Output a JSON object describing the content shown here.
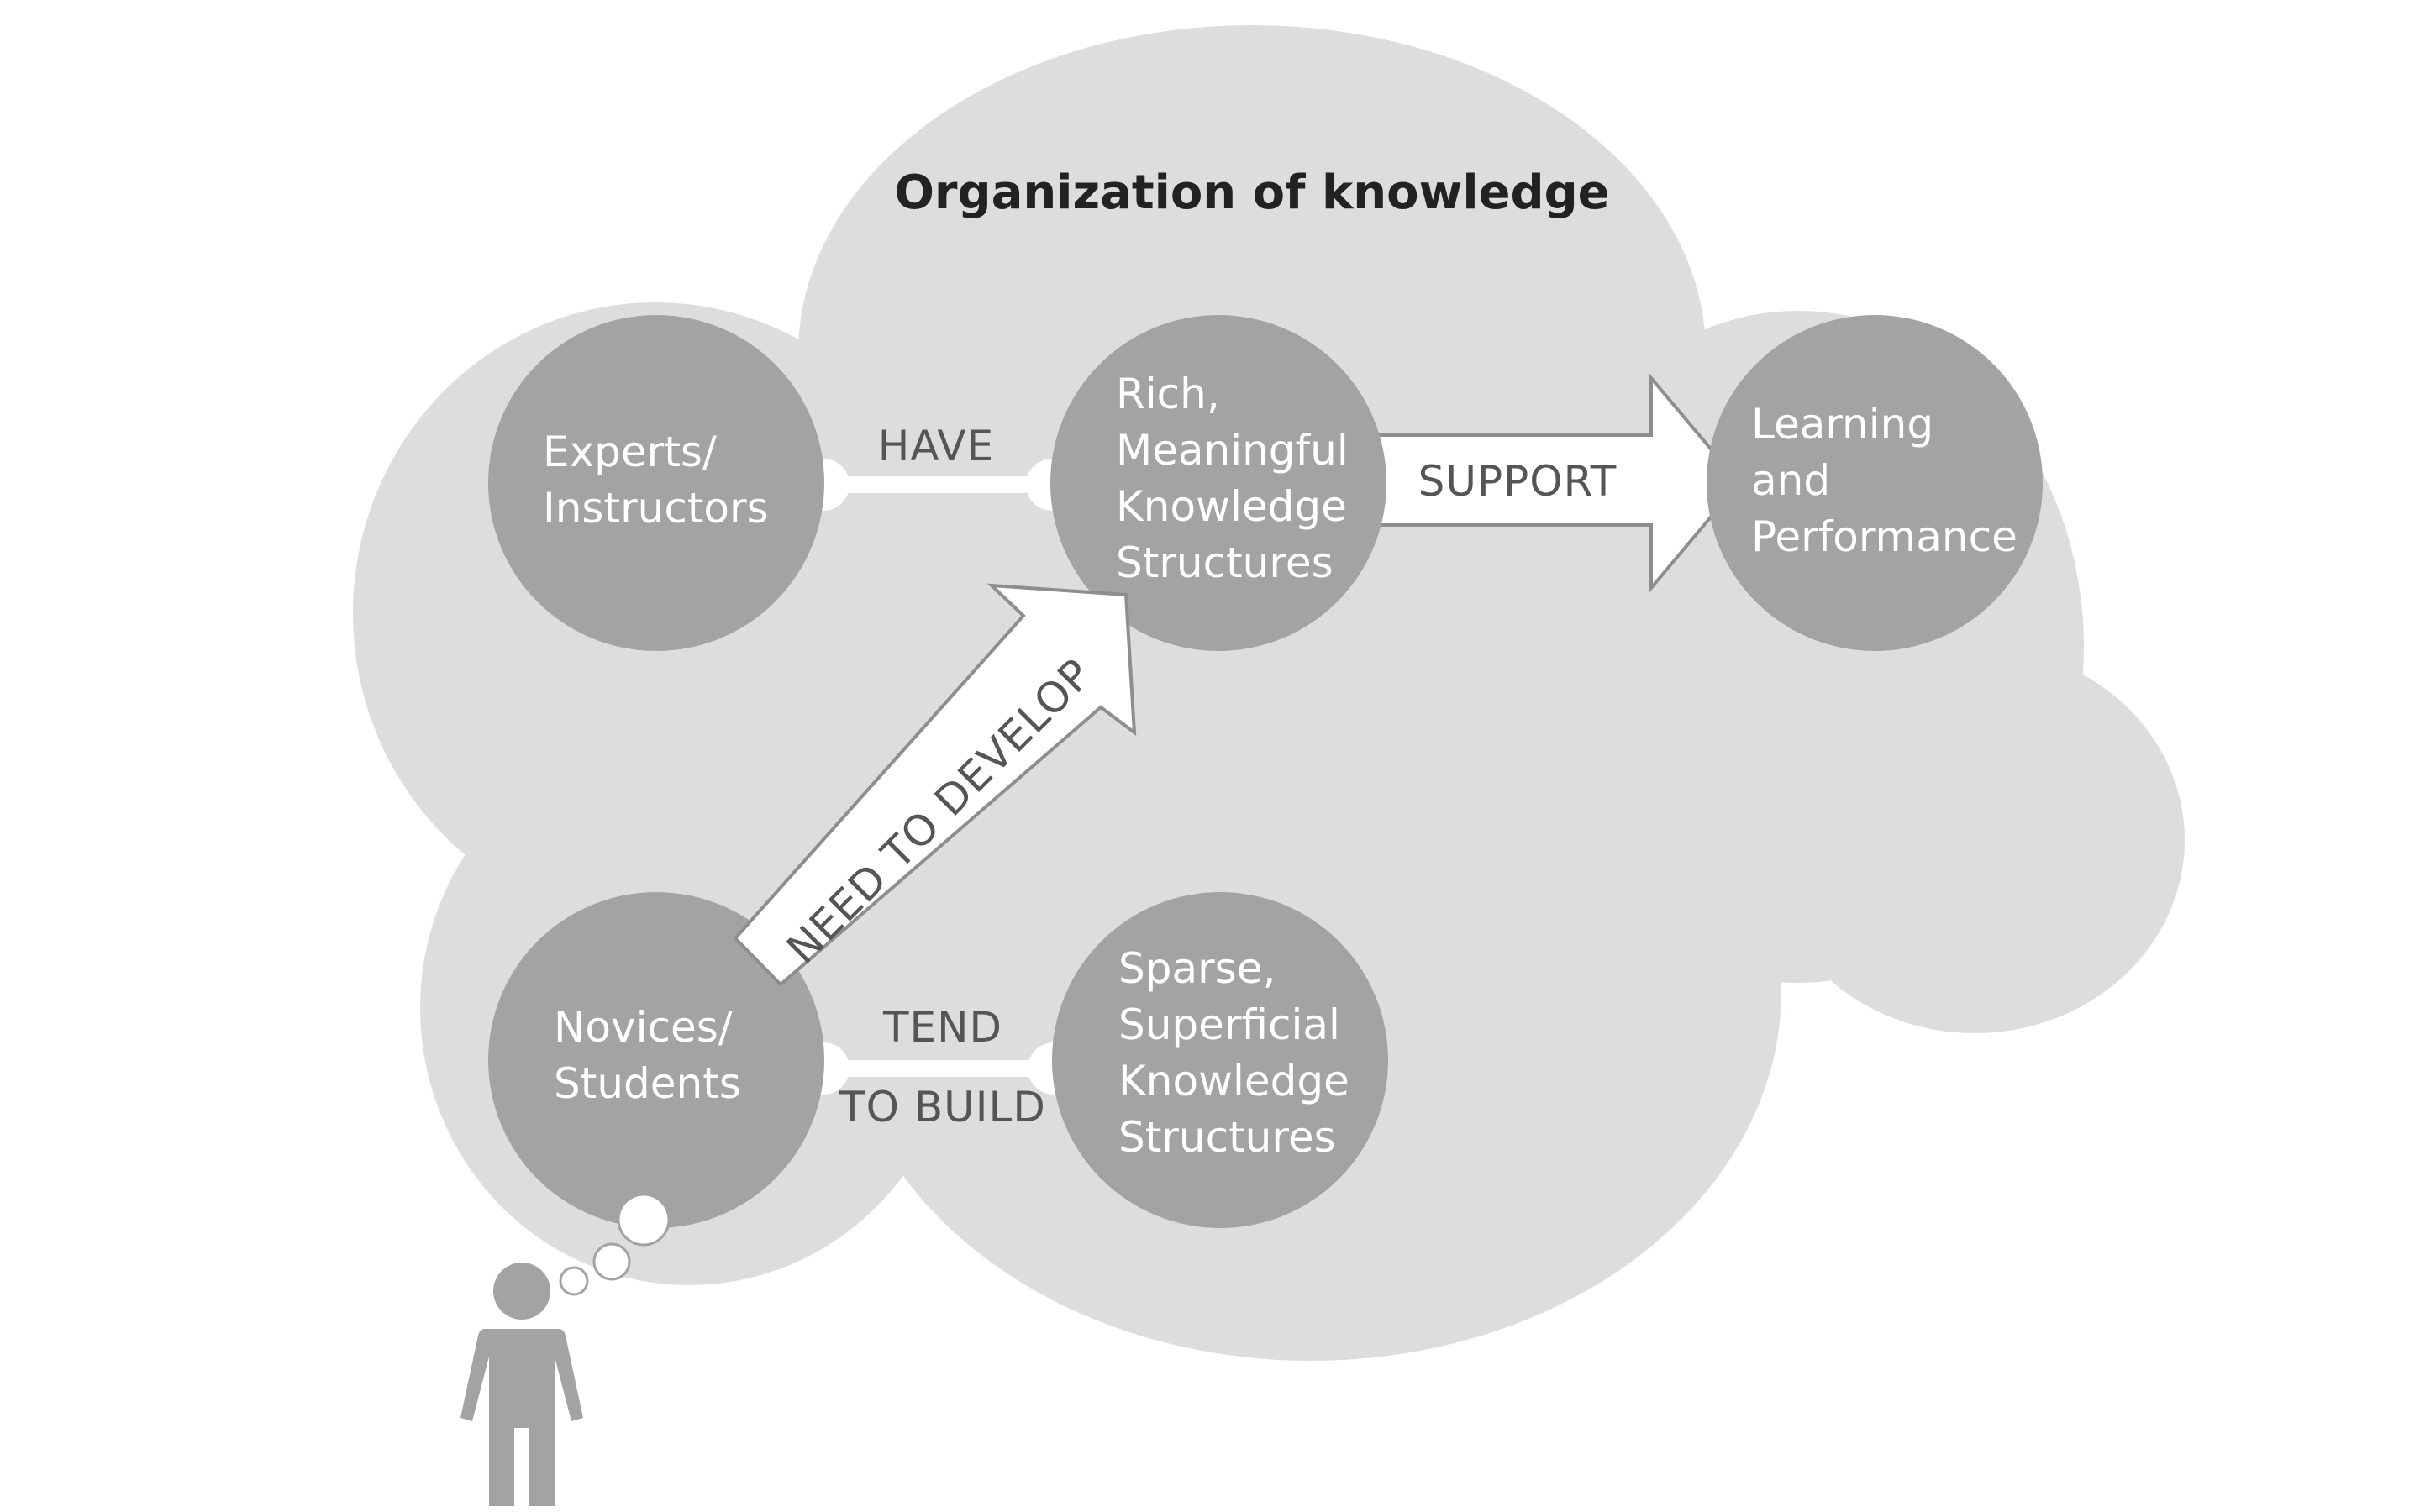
{
  "title": "Organization of knowledge",
  "colors": {
    "cloud": "#dcdddd",
    "node": "#a3a3a5",
    "connector": "#ffffff",
    "arrow_outline": "#8e8e90",
    "person": "#a3a3a5"
  },
  "nodes": {
    "experts": [
      "Experts/",
      "Instructors"
    ],
    "rich": [
      "Rich,",
      "Meaningful",
      "Knowledge",
      "Structures"
    ],
    "learning": [
      "Learning",
      "and",
      "Performance"
    ],
    "novices": [
      "Novices/",
      "Students"
    ],
    "sparse": [
      "Sparse,",
      "Superficial",
      "Knowledge",
      "Structures"
    ]
  },
  "connectors": {
    "have": "HAVE",
    "support": "SUPPORT",
    "need_to_develop": "NEED TO DEVELOP",
    "tend": "TEND",
    "to_build": "TO BUILD"
  },
  "icons": {
    "person": "person-icon",
    "thought_bubble": "thought-bubble-icon"
  }
}
